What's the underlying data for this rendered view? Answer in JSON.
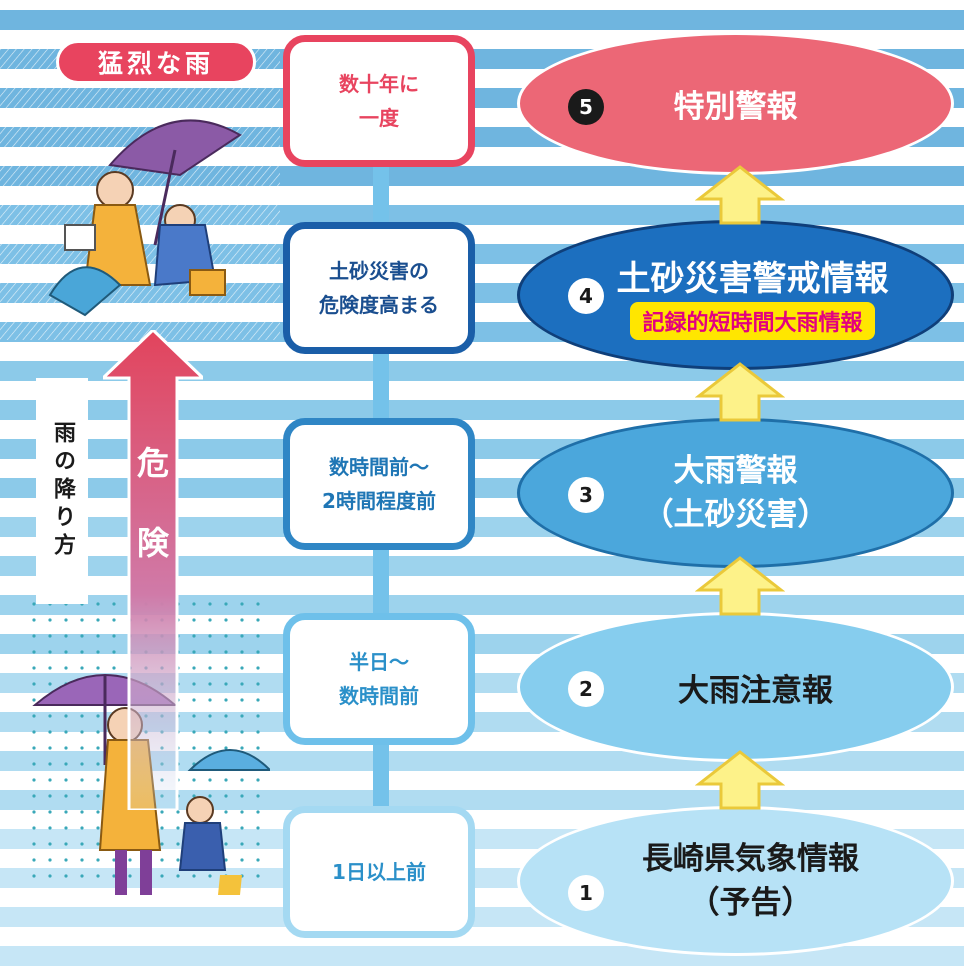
{
  "heavy_rain_title": "猛烈な雨",
  "rain_intensity_label": "雨の降り方",
  "danger_label": [
    "危",
    "険"
  ],
  "levels": [
    {
      "number": "5",
      "timing": "数十年に\n一度",
      "warning": "特別警報",
      "sub_label": "",
      "oval_color": "#ec6776",
      "border_color": "#e8445f"
    },
    {
      "number": "4",
      "timing": "土砂災害の\n危険度高まる",
      "warning": "土砂災害警戒情報",
      "sub_label": "記録的短時間大雨情報",
      "oval_color": "#1c6fbf",
      "border_color": "#1a5ea8"
    },
    {
      "number": "3",
      "timing": "数時間前〜\n2時間程度前",
      "warning": "大雨警報\n（土砂災害）",
      "sub_label": "",
      "oval_color": "#4ba7dc",
      "border_color": "#2f86c5"
    },
    {
      "number": "2",
      "timing": "半日〜\n数時間前",
      "warning": "大雨注意報",
      "sub_label": "",
      "oval_color": "#86cdee",
      "border_color": "#6ec0ea"
    },
    {
      "number": "1",
      "timing": "1日以上前",
      "warning": "長崎県気象情報\n（予告）",
      "sub_label": "",
      "oval_color": "#b7e2f6",
      "border_color": "#a4d9f2"
    }
  ],
  "colors": {
    "arrow_up_fill": "#fdf289",
    "arrow_up_stroke": "#eac93a",
    "danger_top": "#e2445c",
    "danger_bottom": "#cfe6f7"
  }
}
